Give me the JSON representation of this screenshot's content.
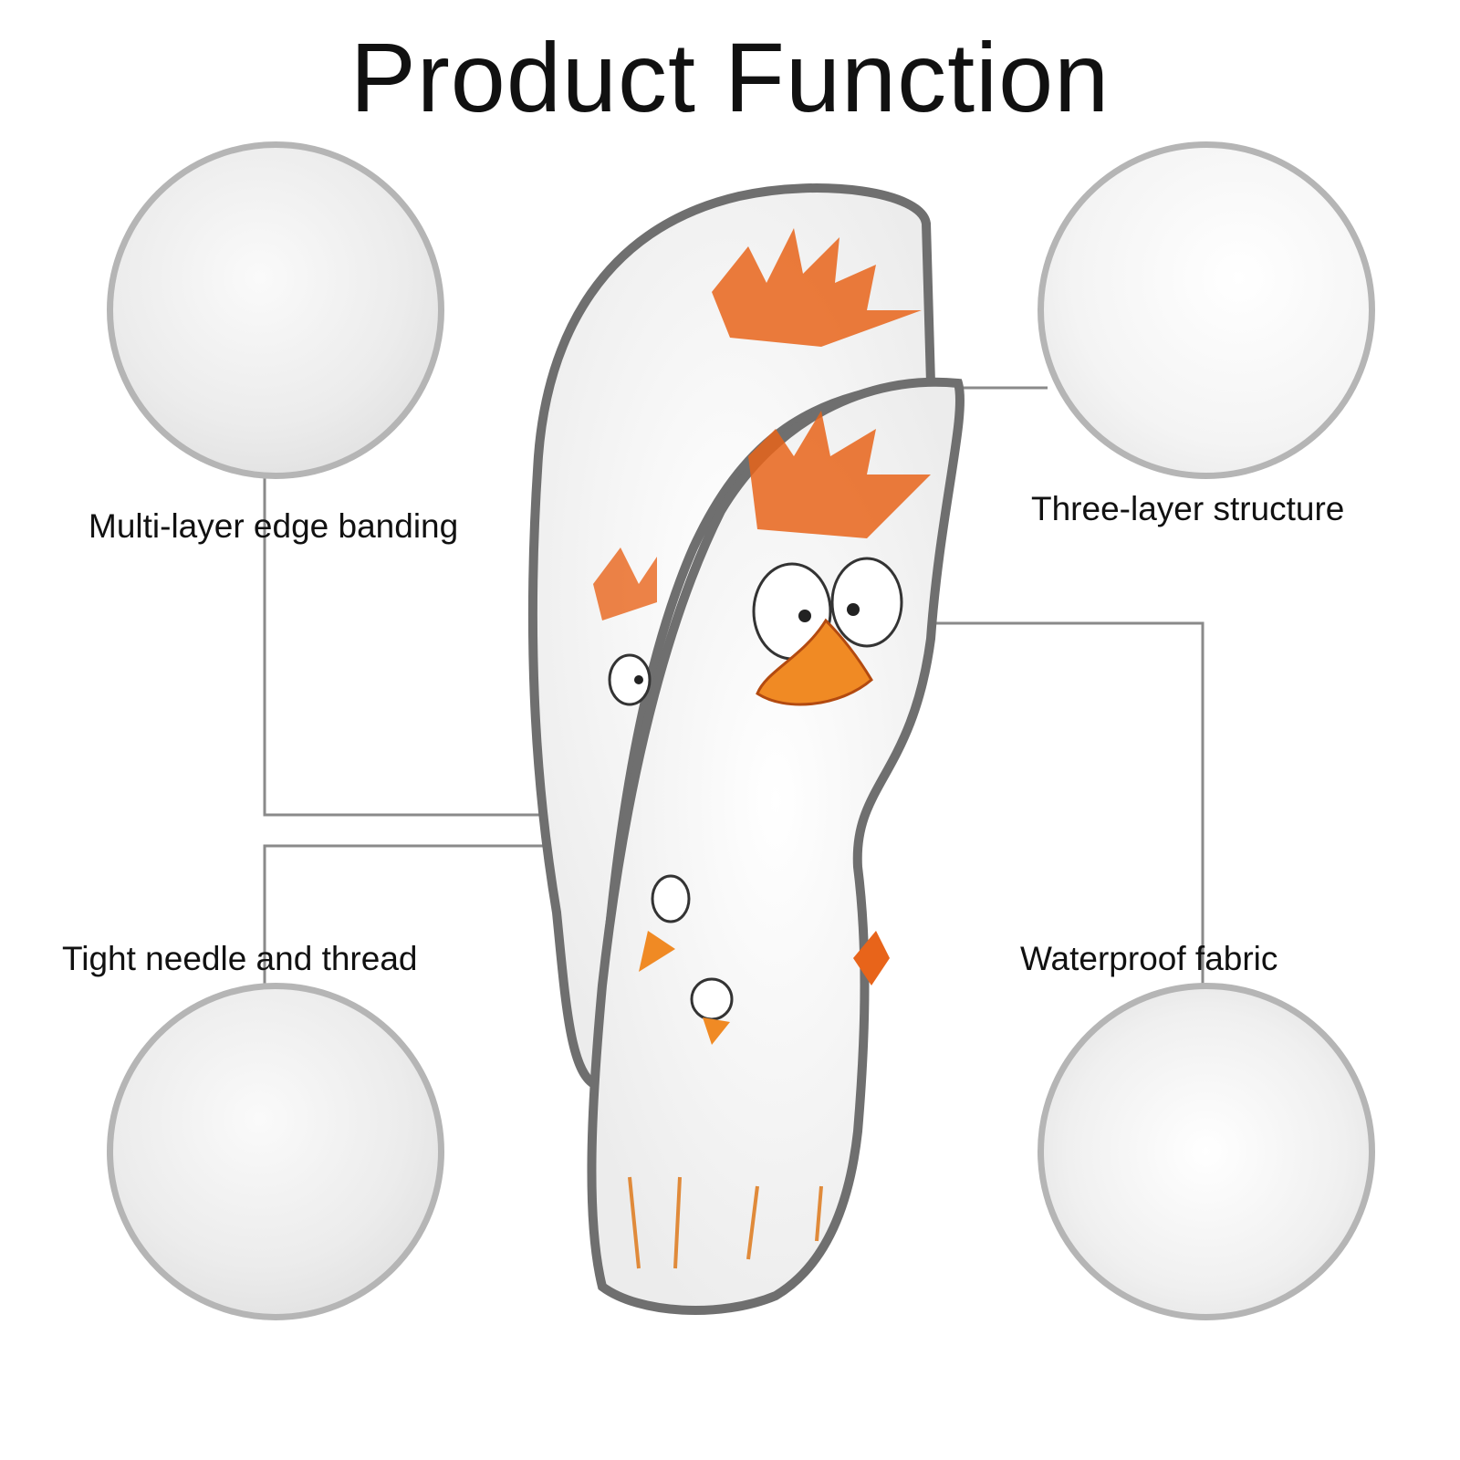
{
  "title": "Product Function",
  "features": {
    "top_left": "Multi-layer edge banding",
    "top_right": "Three-layer structure",
    "bottom_left": "Tight needle and thread",
    "bottom_right": "Waterproof fabric"
  },
  "colors": {
    "accent_orange": "#e8641a",
    "piping": "#6f6f6f",
    "circle_border": "#b5b5b5",
    "line": "#8a8a8a"
  }
}
